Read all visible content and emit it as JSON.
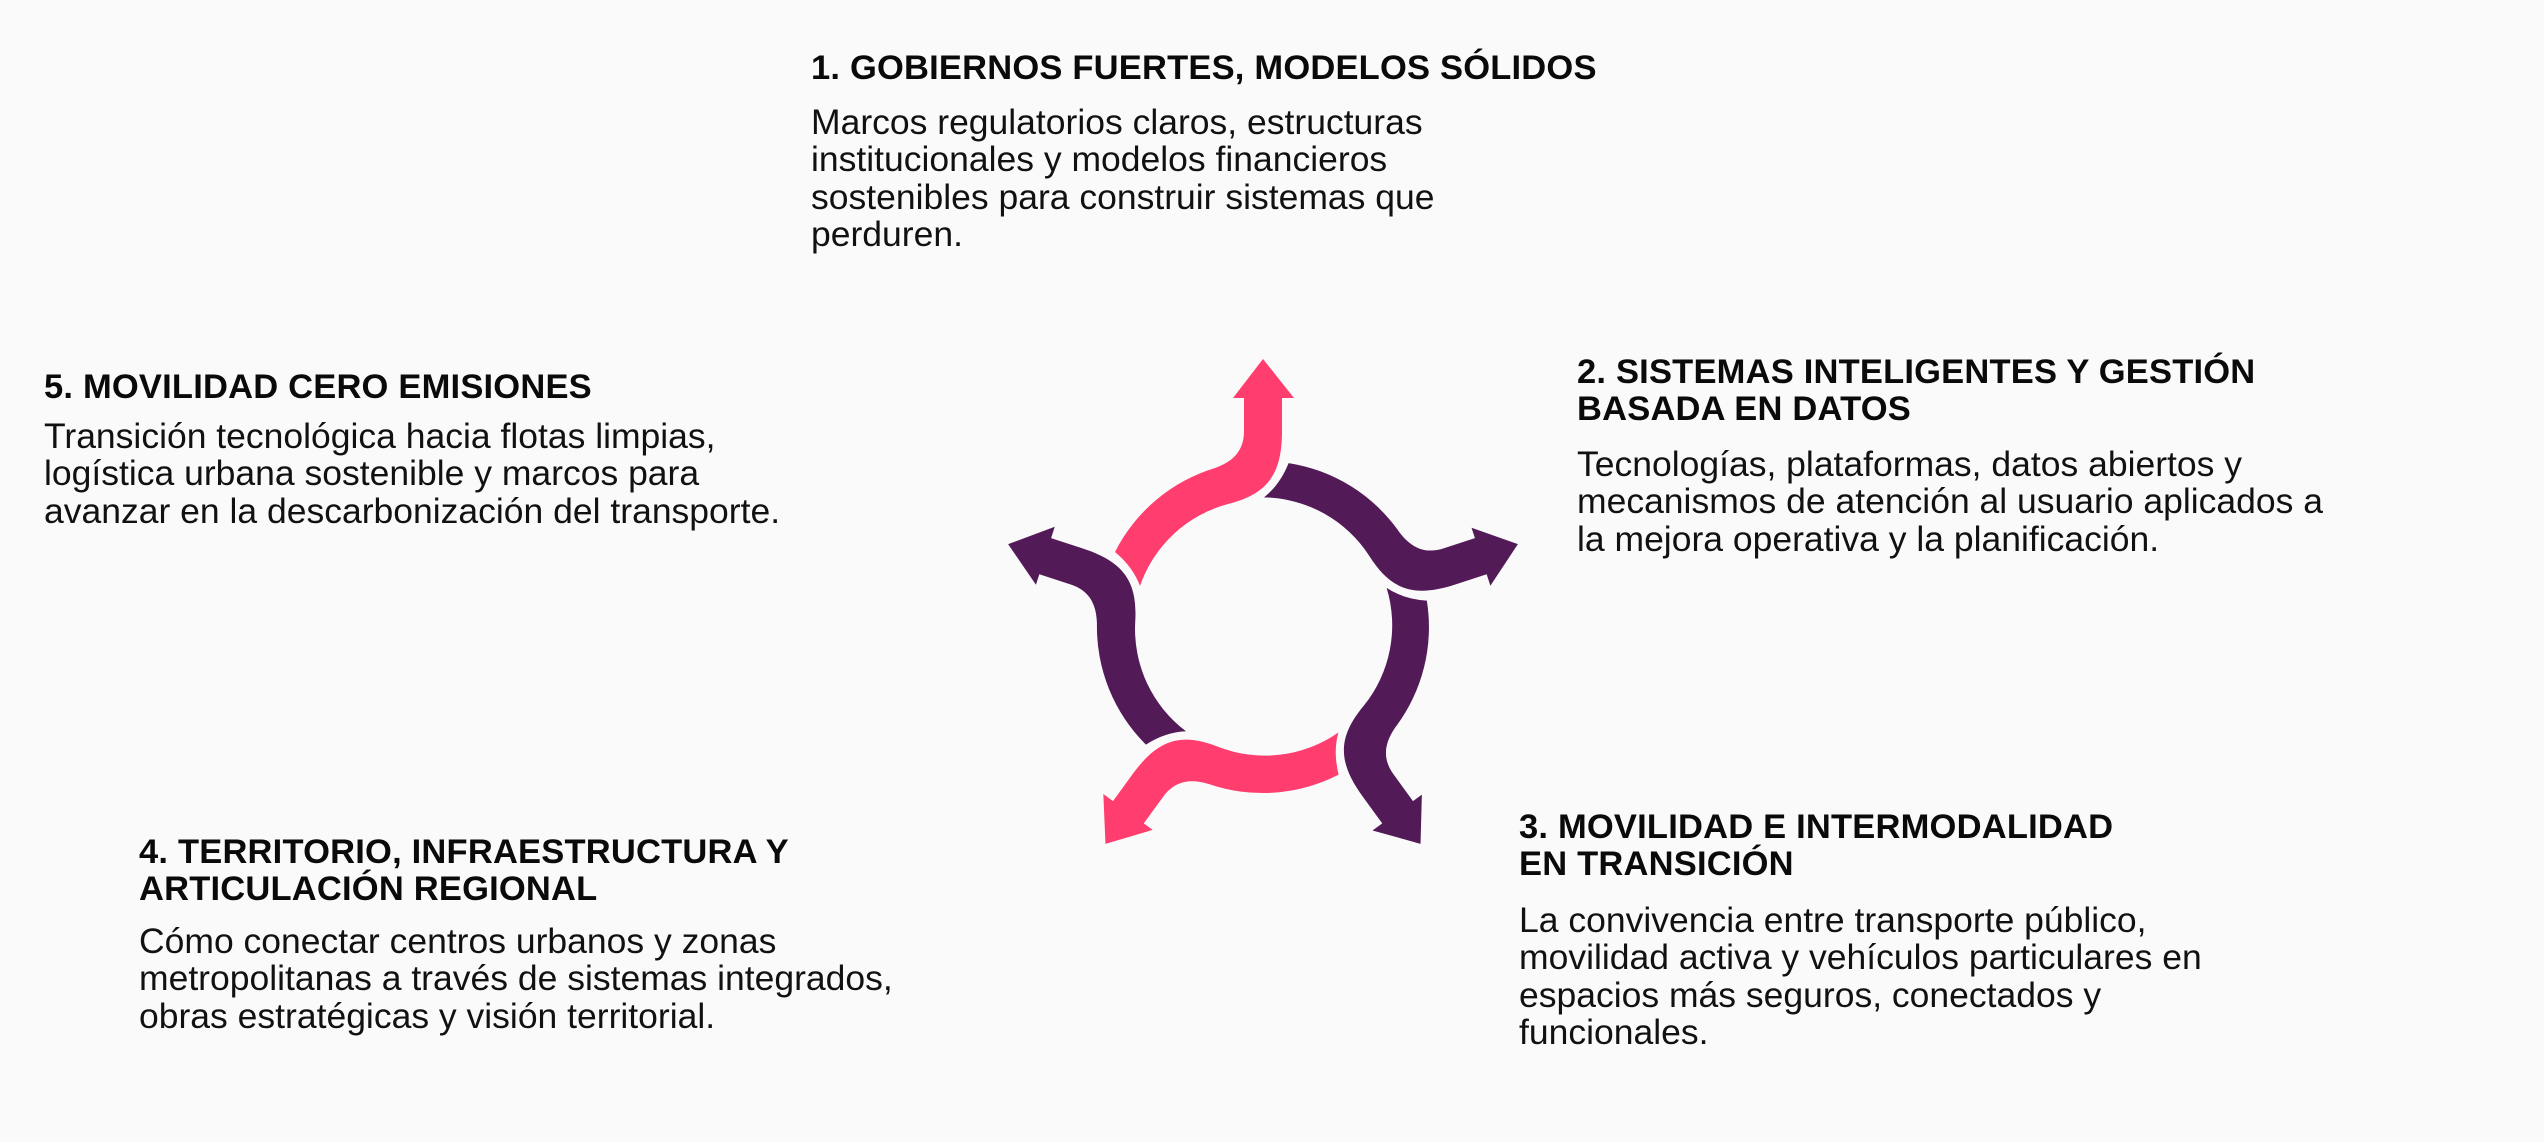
{
  "colors": {
    "background": "#FAFAFA",
    "accent_pink": "#FF3D6E",
    "accent_purple": "#521A57",
    "text": "#0A0A0A"
  },
  "diagram": {
    "type": "five-part cycle of curved outward arrows",
    "arrows": [
      {
        "position": "top",
        "color": "#FF3D6E",
        "points_to": "item-1"
      },
      {
        "position": "upper-right",
        "color": "#521A57",
        "points_to": "item-2"
      },
      {
        "position": "lower-right",
        "color": "#521A57",
        "points_to": "item-3"
      },
      {
        "position": "lower-left",
        "color": "#FF3D6E",
        "points_to": "item-4"
      },
      {
        "position": "upper-left",
        "color": "#521A57",
        "points_to": "item-5"
      }
    ]
  },
  "items": [
    {
      "number": 1,
      "title_lines": [
        "1. GOBIERNOS FUERTES, MODELOS SÓLIDOS"
      ],
      "body_lines": [
        "Marcos regulatorios claros, estructuras",
        "institucionales y modelos financieros",
        "sostenibles para construir sistemas que",
        "perduren."
      ]
    },
    {
      "number": 2,
      "title_lines": [
        "2. SISTEMAS INTELIGENTES Y GESTIÓN",
        "BASADA EN DATOS"
      ],
      "body_lines": [
        "Tecnologías, plataformas, datos abiertos y",
        "mecanismos de atención al usuario aplicados a",
        "la mejora operativa y la planificación."
      ]
    },
    {
      "number": 3,
      "title_lines": [
        "3. MOVILIDAD E INTERMODALIDAD",
        "EN TRANSICIÓN"
      ],
      "body_lines": [
        "La convivencia entre transporte público,",
        "movilidad activa y vehículos particulares en",
        "espacios más seguros, conectados y",
        "funcionales."
      ]
    },
    {
      "number": 4,
      "title_lines": [
        "4. TERRITORIO, INFRAESTRUCTURA Y",
        "ARTICULACIÓN REGIONAL"
      ],
      "body_lines": [
        "Cómo conectar centros urbanos y zonas",
        "metropolitanas a través de sistemas integrados,",
        "obras estratégicas y visión territorial."
      ]
    },
    {
      "number": 5,
      "title_lines": [
        "5. MOVILIDAD CERO EMISIONES"
      ],
      "body_lines": [
        "Transición tecnológica hacia flotas limpias,",
        "logística urbana sostenible y marcos para",
        "avanzar en la descarbonización del transporte."
      ]
    }
  ]
}
